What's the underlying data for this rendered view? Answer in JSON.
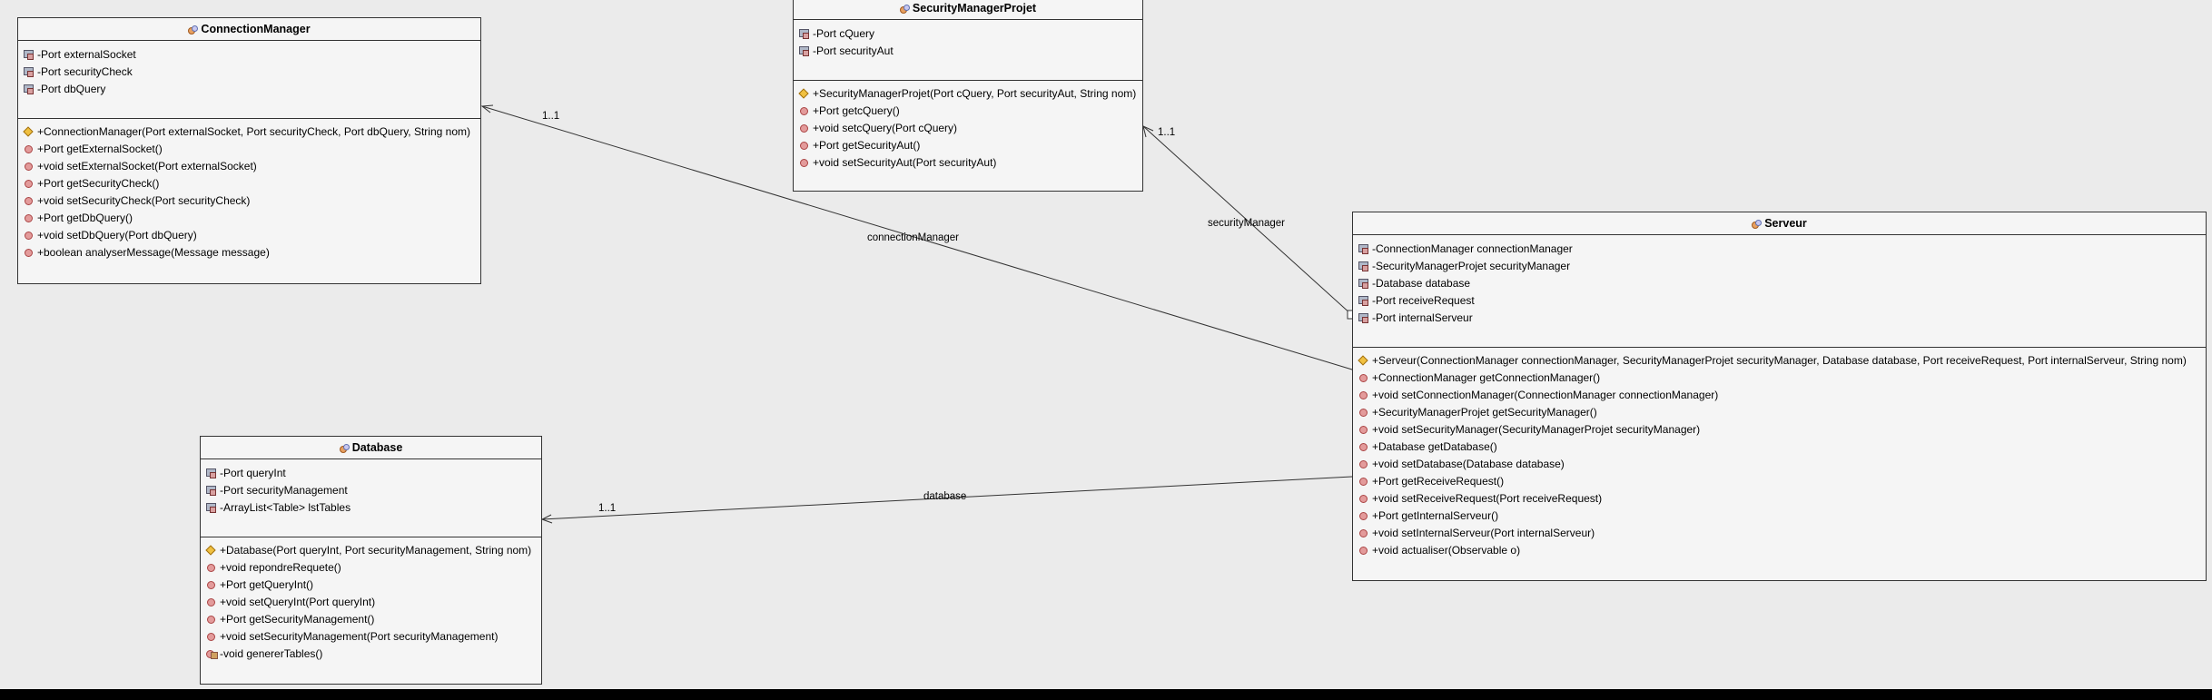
{
  "classes": {
    "connection_manager": {
      "name": "ConnectionManager",
      "fields": [
        "-Port externalSocket",
        "-Port securityCheck",
        "-Port dbQuery"
      ],
      "constructor": "+ConnectionManager(Port externalSocket, Port securityCheck, Port dbQuery, String nom)",
      "methods": [
        "+Port getExternalSocket()",
        "+void setExternalSocket(Port externalSocket)",
        "+Port getSecurityCheck()",
        "+void setSecurityCheck(Port securityCheck)",
        "+Port getDbQuery()",
        "+void setDbQuery(Port dbQuery)",
        "+boolean analyserMessage(Message message)"
      ]
    },
    "security_manager_projet": {
      "name": "SecurityManagerProjet",
      "fields": [
        "-Port cQuery",
        "-Port securityAut"
      ],
      "constructor": "+SecurityManagerProjet(Port cQuery, Port securityAut, String nom)",
      "methods": [
        "+Port getcQuery()",
        "+void setcQuery(Port cQuery)",
        "+Port getSecurityAut()",
        "+void setSecurityAut(Port securityAut)"
      ]
    },
    "serveur": {
      "name": "Serveur",
      "fields": [
        "-ConnectionManager connectionManager",
        "-SecurityManagerProjet securityManager",
        "-Database database",
        "-Port receiveRequest",
        "-Port internalServeur"
      ],
      "constructor": "+Serveur(ConnectionManager connectionManager, SecurityManagerProjet securityManager, Database database, Port receiveRequest, Port internalServeur, String nom)",
      "methods": [
        "+ConnectionManager getConnectionManager()",
        "+void setConnectionManager(ConnectionManager connectionManager)",
        "+SecurityManagerProjet getSecurityManager()",
        "+void setSecurityManager(SecurityManagerProjet securityManager)",
        "+Database getDatabase()",
        "+void setDatabase(Database database)",
        "+Port getReceiveRequest()",
        "+void setReceiveRequest(Port receiveRequest)",
        "+Port getInternalServeur()",
        "+void setInternalServeur(Port internalServeur)",
        "+void actualiser(Observable o)"
      ]
    },
    "database": {
      "name": "Database",
      "fields": [
        "-Port queryInt",
        "-Port securityManagement",
        "-ArrayList<Table> lstTables"
      ],
      "constructor": "+Database(Port queryInt, Port securityManagement, String nom)",
      "methods": [
        "+void repondreRequete()",
        "+Port getQueryInt()",
        "+void setQueryInt(Port queryInt)",
        "+Port getSecurityManagement()",
        "+void setSecurityManagement(Port securityManagement)"
      ],
      "private_methods": [
        "-void genererTables()"
      ]
    }
  },
  "associations": {
    "connection_manager": {
      "role": "connectionManager",
      "multiplicity": "1..1"
    },
    "security_manager": {
      "role": "securityManager",
      "multiplicity": "1..1"
    },
    "database": {
      "role": "database",
      "multiplicity": "1..1"
    }
  }
}
